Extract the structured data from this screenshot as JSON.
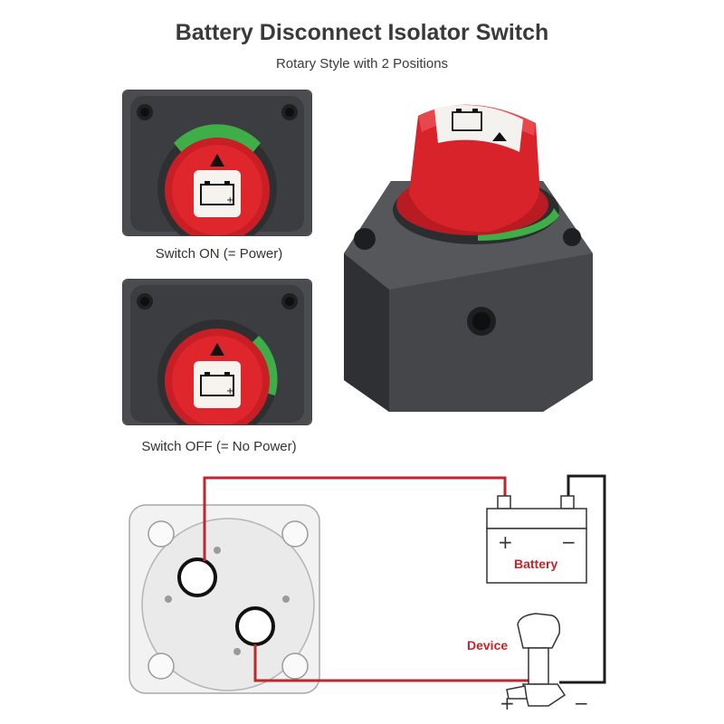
{
  "header": {
    "title": "Battery Disconnect Isolator Switch",
    "subtitle": "Rotary Style with 2 Positions"
  },
  "positions": [
    {
      "caption": "Switch ON (= Power)",
      "state": "on"
    },
    {
      "caption": "Switch OFF (= No Power)",
      "state": "off"
    }
  ],
  "wiring": {
    "battery_label": "Battery",
    "device_label": "Device",
    "plus_sign": "+",
    "minus_sign": "−"
  },
  "colors": {
    "knob_red": "#d9232b",
    "ring_green": "#3fae49",
    "housing_dark": "#3b3d40",
    "wire_red": "#c0262b",
    "wire_black": "#1c1c1c"
  },
  "icons": [
    "battery-icon",
    "arrow-up-icon",
    "outboard-motor-icon"
  ]
}
